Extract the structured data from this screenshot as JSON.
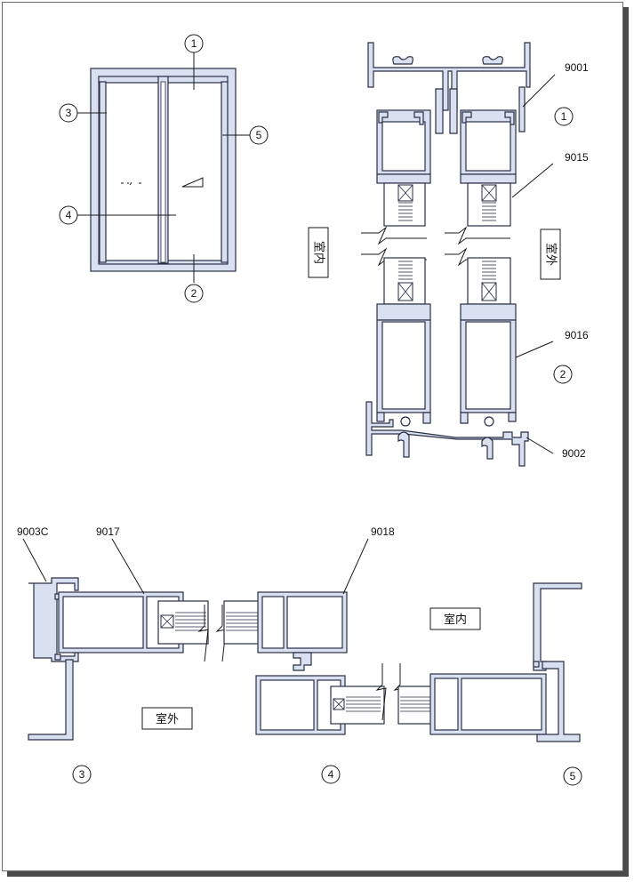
{
  "elevation": {
    "callouts": {
      "c1": "1",
      "c2": "2",
      "c3": "3",
      "c4": "4",
      "c5": "5"
    }
  },
  "section_vertical": {
    "profiles": {
      "p9001": "9001",
      "p9015": "9015",
      "p9016": "9016",
      "p9002": "9002"
    },
    "section_markers": {
      "m1": "1",
      "m2": "2"
    },
    "indoor_label": "室内",
    "outdoor_label": "室外"
  },
  "section_horizontal": {
    "profiles": {
      "p9003c": "9003C",
      "p9017": "9017",
      "p9018": "9018"
    },
    "indoor_label": "室内",
    "outdoor_label": "室外",
    "section_markers": {
      "m3": "3",
      "m4": "4",
      "m5": "5"
    }
  },
  "colors": {
    "profile_fill": "#d9e0f0",
    "line": "#2a2f46",
    "sheet_shadow": "#4a4a4a"
  }
}
